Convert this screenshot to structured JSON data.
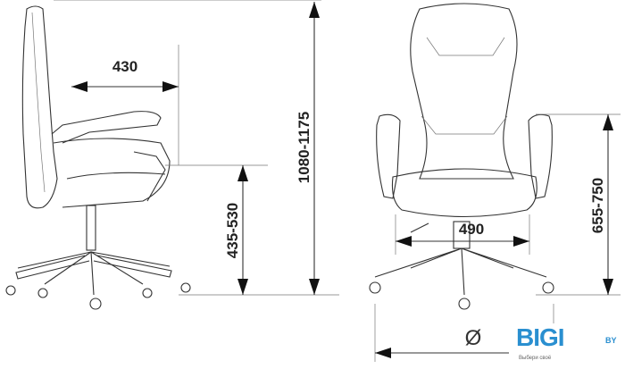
{
  "dimensions": {
    "seat_depth": "430",
    "seat_height": "435-530",
    "total_height": "1080-1175",
    "armrest_height": "655-750",
    "seat_width": "490",
    "base_diameter_symbol": "Ø"
  },
  "logo": {
    "brand": "BIGI",
    "suffix": "BY",
    "tagline": "Выбери своё"
  },
  "colors": {
    "line": "#333333",
    "brand": "#2a8fd0"
  }
}
